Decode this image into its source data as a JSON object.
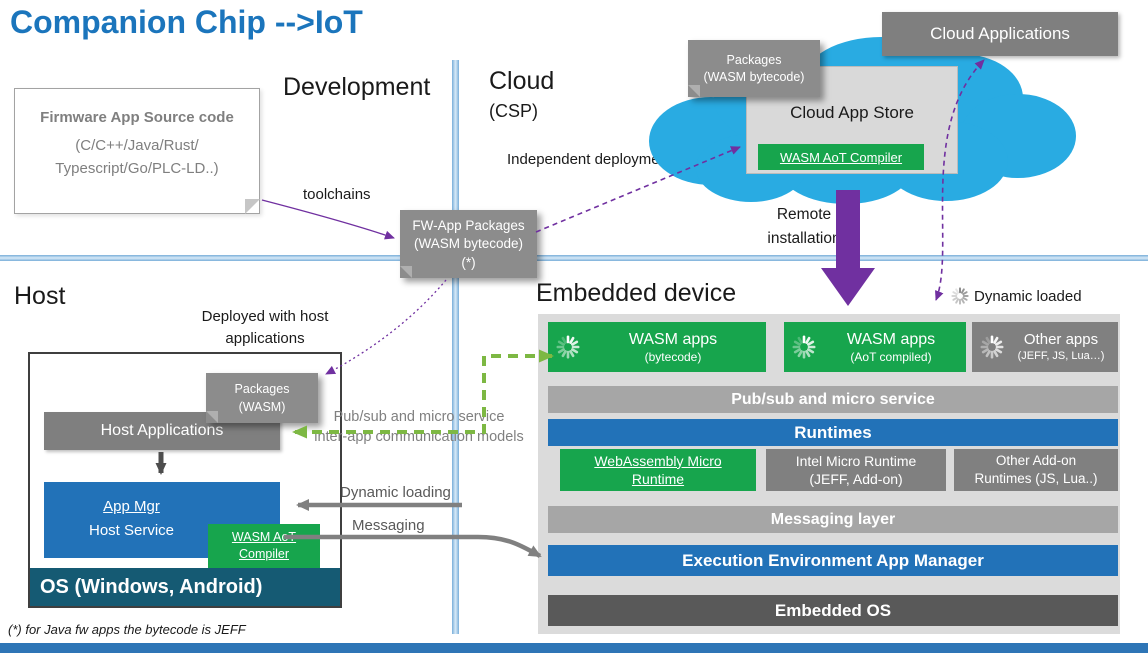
{
  "title": "Companion Chip -->IoT",
  "footnote": "(*) for Java fw apps the bytecode is JEFF",
  "section_labels": {
    "development": "Development",
    "cloud": "Cloud",
    "cloud_sub": "(CSP)",
    "host": "Host",
    "embedded_device": "Embedded device"
  },
  "firmware_box": {
    "title": "Firmware App Source code",
    "line2": "(C/C++/Java/Rust/",
    "line3": "Typescript/Go/PLC-LD..)"
  },
  "flow_labels": {
    "toolchains": "toolchains",
    "independent_deployment": "Independent deployment",
    "remote_line1": "Remote",
    "remote_line2": "installation",
    "deployed_line1": "Deployed with host",
    "deployed_line2": "applications",
    "pubsub_line1": "Pub/sub and micro service",
    "pubsub_line2": "inter-app communication models",
    "dynamic_loading": "Dynamic loading",
    "messaging": "Messaging",
    "dynamic_loaded": "Dynamic loaded"
  },
  "package_tags": {
    "fw_app": {
      "line1": "FW-App Packages",
      "line2": "(WASM bytecode)",
      "line3": "(*)"
    },
    "cloud": {
      "line1": "Packages",
      "line2": "(WASM bytecode)"
    },
    "host": {
      "line1": "Packages",
      "line2": "(WASM)"
    }
  },
  "cloud_area": {
    "cloud_applications": "Cloud Applications",
    "app_store_title": "Cloud App Store",
    "aot_compiler": "WASM AoT Compiler"
  },
  "host_area": {
    "host_applications": "Host Applications",
    "app_mgr_line1": "App Mgr",
    "app_mgr_line2": "Host Service",
    "compiler_line1": "WASM AoT",
    "compiler_line2": "Compiler",
    "os_bar": "OS (Windows, Android)"
  },
  "embedded_stack": {
    "apps": [
      {
        "title": "WASM apps",
        "subtitle": "(bytecode)"
      },
      {
        "title": "WASM apps",
        "subtitle": "(AoT compiled)"
      },
      {
        "title": "Other apps",
        "subtitle": "(JEFF, JS, Lua…)"
      }
    ],
    "pubsub_bar": "Pub/sub and micro service",
    "runtimes_bar": "Runtimes",
    "runtimes": [
      {
        "line1": "WebAssembly Micro",
        "line2": "Runtime"
      },
      {
        "line1": "Intel Micro Runtime",
        "line2": "(JEFF, Add-on)"
      },
      {
        "line1": "Other Add-on",
        "line2": "Runtimes (JS, Lua..)"
      }
    ],
    "messaging_bar": "Messaging layer",
    "execution_bar": "Execution Environment App Manager",
    "os_bar": "Embedded OS"
  },
  "colors": {
    "title_blue": "#1B75BC",
    "accent_blue": "#2272B8",
    "green": "#17A54D",
    "gray_box": "#808080",
    "light_gray_bar": "#A6A6A6",
    "dark_gray_bar": "#595959",
    "tag_gray": "#8C8C8C",
    "purple": "#7030A0",
    "green_arrow": "#7DB843",
    "cloud_cyan": "#29ABE2",
    "os_teal": "#155A73",
    "panel_gray": "#DBDBDB",
    "line_blue": "#79AED9"
  }
}
